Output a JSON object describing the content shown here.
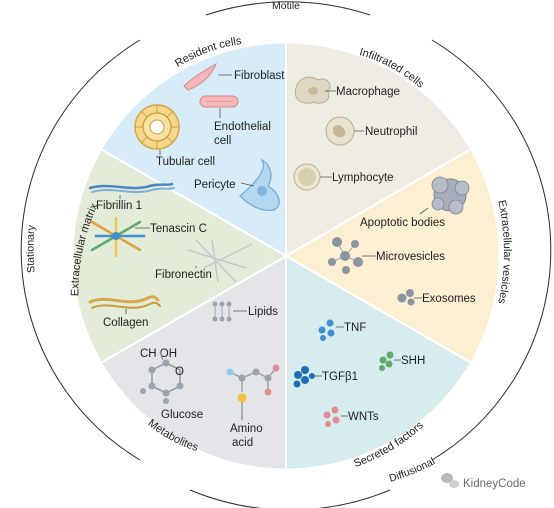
{
  "outer_labels": {
    "top": "Motile",
    "left": "Stationary",
    "right": "Extracellular vesicles",
    "bottom": "Diffusional"
  },
  "sectors": {
    "resident_cells": {
      "title": "Resident cells",
      "items": [
        "Fibroblast",
        "Endothelial",
        "cell",
        "Tubular cell",
        "Pericyte"
      ],
      "color": "#d7ebf8"
    },
    "infiltrated_cells": {
      "title": "Infiltrated cells",
      "items": [
        "Macrophage",
        "Neutrophil",
        "Lymphocyte"
      ],
      "color": "#efece4"
    },
    "extracellular_vesicles": {
      "items": [
        "Apoptotic bodies",
        "Microvesicles",
        "Exosomes"
      ],
      "color": "#fcefd2"
    },
    "secreted_factors": {
      "title": "Secreted factors",
      "items": [
        "TNF",
        "SHH",
        "TGFβ1",
        "WNTs"
      ],
      "color": "#d6ecee"
    },
    "metabolites": {
      "title": "Metabolites",
      "items": [
        "Lipids",
        "CH OH",
        "O",
        "Glucose",
        "Amino",
        "acid"
      ],
      "color": "#e3e5e9"
    },
    "extracellular_matrix": {
      "title": "Extracellular matrix",
      "items": [
        "Fibrillin 1",
        "Tenascin C",
        "Fibronectin",
        "Collagen"
      ],
      "color": "#e2ecd8"
    }
  },
  "watermark": "KidneyCode",
  "colors": {
    "accent_pink": "#e58c8f",
    "accent_blue": "#3f8fd2",
    "accent_grey": "#9ba3ad"
  }
}
